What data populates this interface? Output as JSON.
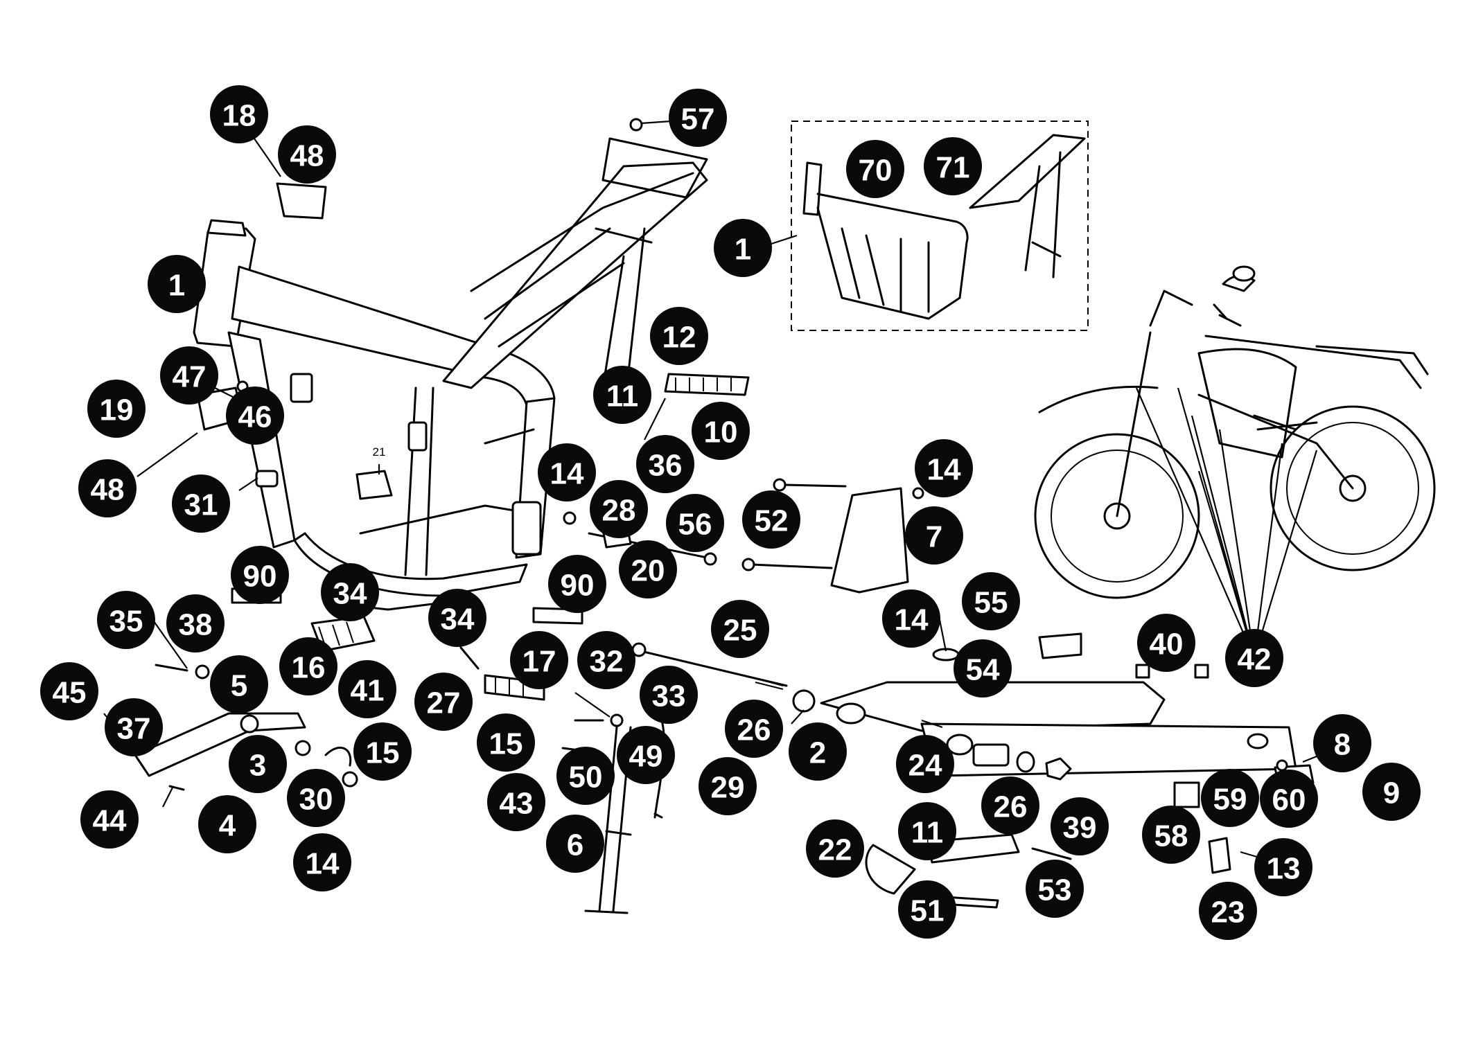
{
  "diagram": {
    "callouts": [
      {
        "id": "c-18",
        "label": "18"
      },
      {
        "id": "c-48a",
        "label": "48"
      },
      {
        "id": "c-57",
        "label": "57"
      },
      {
        "id": "c-70",
        "label": "70"
      },
      {
        "id": "c-71",
        "label": "71"
      },
      {
        "id": "c-1a",
        "label": "1"
      },
      {
        "id": "c-1b",
        "label": "1"
      },
      {
        "id": "c-47",
        "label": "47"
      },
      {
        "id": "c-19",
        "label": "19"
      },
      {
        "id": "c-46",
        "label": "46"
      },
      {
        "id": "c-48b",
        "label": "48"
      },
      {
        "id": "c-12",
        "label": "12"
      },
      {
        "id": "c-11a",
        "label": "11"
      },
      {
        "id": "c-10",
        "label": "10"
      },
      {
        "id": "c-31",
        "label": "31"
      },
      {
        "id": "c-14a",
        "label": "14"
      },
      {
        "id": "c-36",
        "label": "36"
      },
      {
        "id": "c-28",
        "label": "28"
      },
      {
        "id": "c-56",
        "label": "56"
      },
      {
        "id": "c-20",
        "label": "20"
      },
      {
        "id": "c-14b",
        "label": "14"
      },
      {
        "id": "c-52",
        "label": "52"
      },
      {
        "id": "c-7",
        "label": "7"
      },
      {
        "id": "c-90a",
        "label": "90"
      },
      {
        "id": "c-34a",
        "label": "34"
      },
      {
        "id": "c-90b",
        "label": "90"
      },
      {
        "id": "c-14c",
        "label": "14"
      },
      {
        "id": "c-55",
        "label": "55"
      },
      {
        "id": "c-35",
        "label": "35"
      },
      {
        "id": "c-38",
        "label": "38"
      },
      {
        "id": "c-34b",
        "label": "34"
      },
      {
        "id": "c-25",
        "label": "25"
      },
      {
        "id": "c-40",
        "label": "40"
      },
      {
        "id": "c-42",
        "label": "42"
      },
      {
        "id": "c-16",
        "label": "16"
      },
      {
        "id": "c-17",
        "label": "17"
      },
      {
        "id": "c-32",
        "label": "32"
      },
      {
        "id": "c-54",
        "label": "54"
      },
      {
        "id": "c-45",
        "label": "45"
      },
      {
        "id": "c-5",
        "label": "5"
      },
      {
        "id": "c-41",
        "label": "41"
      },
      {
        "id": "c-27",
        "label": "27"
      },
      {
        "id": "c-33",
        "label": "33"
      },
      {
        "id": "c-37",
        "label": "37"
      },
      {
        "id": "c-15a",
        "label": "15"
      },
      {
        "id": "c-15b",
        "label": "15"
      },
      {
        "id": "c-26a",
        "label": "26"
      },
      {
        "id": "c-2",
        "label": "2"
      },
      {
        "id": "c-49",
        "label": "49"
      },
      {
        "id": "c-8",
        "label": "8"
      },
      {
        "id": "c-3",
        "label": "3"
      },
      {
        "id": "c-24",
        "label": "24"
      },
      {
        "id": "c-50",
        "label": "50"
      },
      {
        "id": "c-29",
        "label": "29"
      },
      {
        "id": "c-30",
        "label": "30"
      },
      {
        "id": "c-43",
        "label": "43"
      },
      {
        "id": "c-59",
        "label": "59"
      },
      {
        "id": "c-60",
        "label": "60"
      },
      {
        "id": "c-9",
        "label": "9"
      },
      {
        "id": "c-44",
        "label": "44"
      },
      {
        "id": "c-4",
        "label": "4"
      },
      {
        "id": "c-26b",
        "label": "26"
      },
      {
        "id": "c-39",
        "label": "39"
      },
      {
        "id": "c-11b",
        "label": "11"
      },
      {
        "id": "c-6",
        "label": "6"
      },
      {
        "id": "c-58",
        "label": "58"
      },
      {
        "id": "c-22",
        "label": "22"
      },
      {
        "id": "c-14d",
        "label": "14"
      },
      {
        "id": "c-13",
        "label": "13"
      },
      {
        "id": "c-53",
        "label": "53"
      },
      {
        "id": "c-51",
        "label": "51"
      },
      {
        "id": "c-23",
        "label": "23"
      }
    ],
    "small_label": "21"
  }
}
